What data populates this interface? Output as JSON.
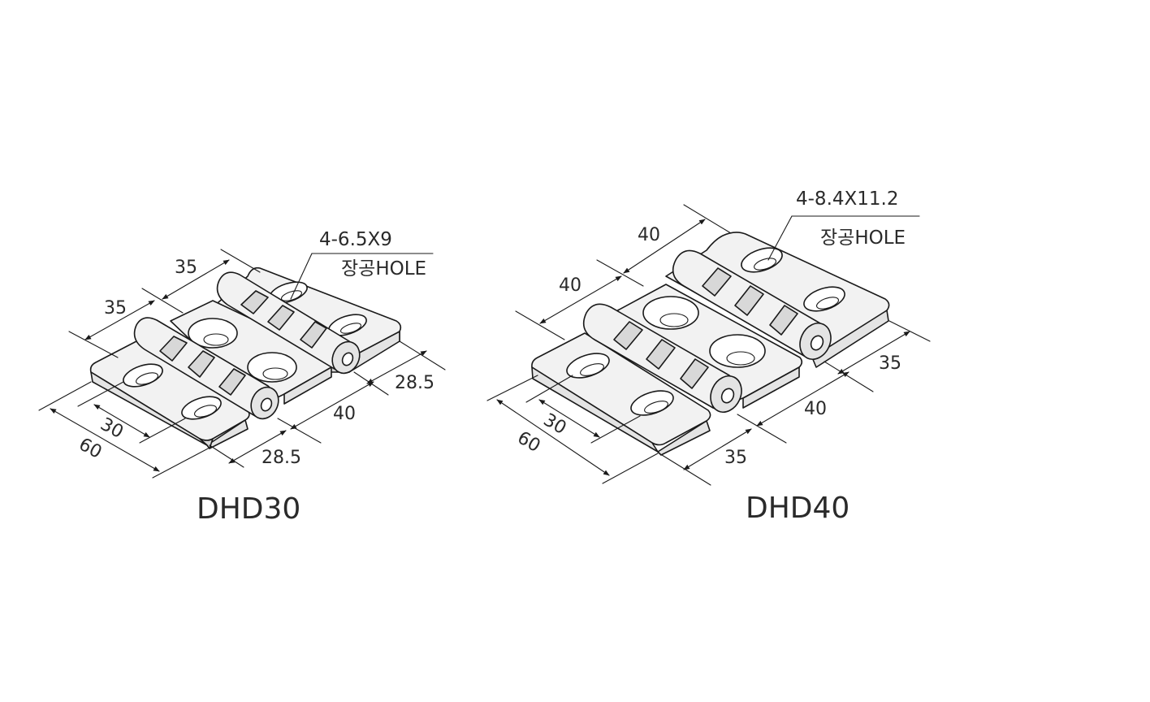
{
  "hinges": [
    {
      "model": "DHD30",
      "hole_callout": "4-6.5X9",
      "hole_note": "장공HOLE",
      "dimensions": {
        "length": "60",
        "hole_pitch": "30",
        "knuckle_spacing_top_a": "35",
        "knuckle_spacing_top_b": "35",
        "right_near": "28.5",
        "right_middle": "40",
        "right_far": "28.5"
      }
    },
    {
      "model": "DHD40",
      "hole_callout": "4-8.4X11.2",
      "hole_note": "장공HOLE",
      "dimensions": {
        "length": "60",
        "hole_pitch": "30",
        "knuckle_spacing_top_a": "40",
        "knuckle_spacing_top_b": "40",
        "right_near": "35",
        "right_middle": "40",
        "right_far": "35"
      }
    }
  ]
}
